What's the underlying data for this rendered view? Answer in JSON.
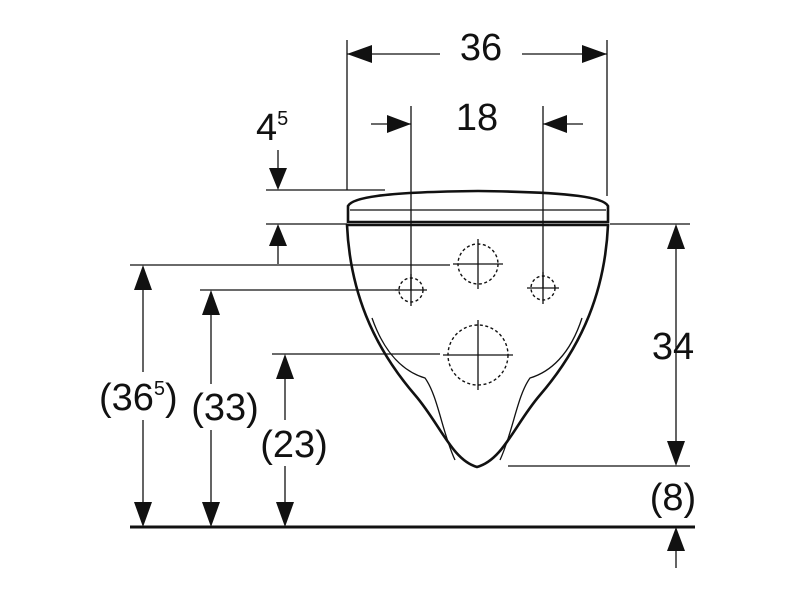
{
  "dimensions": {
    "overall_width": "36",
    "bolt_spacing": "18",
    "seat_thickness_main": "4",
    "seat_thickness_sup": "5",
    "bowl_height": "34",
    "upper_bolt_height_main": "(36",
    "upper_bolt_height_sup": "5",
    "upper_bolt_height_close": ")",
    "bolt_height": "(33)",
    "outlet_height": "(23)",
    "floor_clearance": "(8)"
  },
  "colors": {
    "line": "#111111",
    "background": "#ffffff"
  }
}
